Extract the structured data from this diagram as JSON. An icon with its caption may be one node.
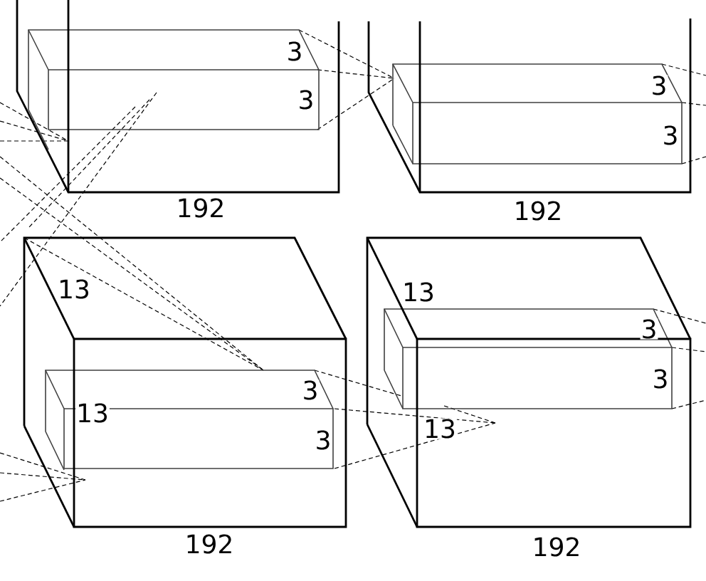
{
  "diagram": {
    "labels": [
      "3",
      "3",
      "192",
      "3",
      "3",
      "192",
      "13",
      "3",
      "13",
      "3",
      "192",
      "13",
      "3",
      "3",
      "13",
      "192"
    ]
  }
}
